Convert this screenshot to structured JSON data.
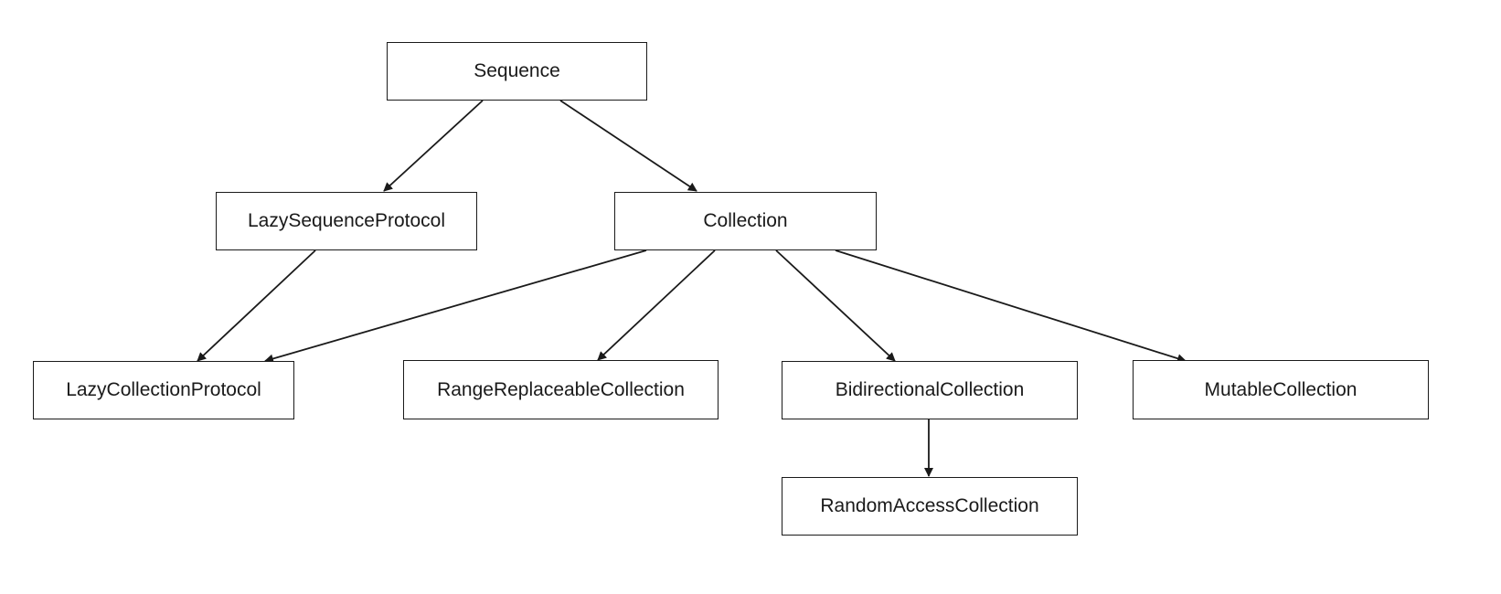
{
  "diagram": {
    "nodes": [
      {
        "id": "sequence",
        "label": "Sequence"
      },
      {
        "id": "lazy-sequence-protocol",
        "label": "LazySequenceProtocol"
      },
      {
        "id": "collection",
        "label": "Collection"
      },
      {
        "id": "lazy-collection-protocol",
        "label": "LazyCollectionProtocol"
      },
      {
        "id": "range-replaceable-collection",
        "label": "RangeReplaceableCollection"
      },
      {
        "id": "bidirectional-collection",
        "label": "BidirectionalCollection"
      },
      {
        "id": "mutable-collection",
        "label": "MutableCollection"
      },
      {
        "id": "random-access-collection",
        "label": "RandomAccessCollection"
      }
    ],
    "edges": [
      {
        "from": "sequence",
        "to": "lazy-sequence-protocol"
      },
      {
        "from": "sequence",
        "to": "collection"
      },
      {
        "from": "lazy-sequence-protocol",
        "to": "lazy-collection-protocol"
      },
      {
        "from": "collection",
        "to": "lazy-collection-protocol"
      },
      {
        "from": "collection",
        "to": "range-replaceable-collection"
      },
      {
        "from": "collection",
        "to": "bidirectional-collection"
      },
      {
        "from": "collection",
        "to": "mutable-collection"
      },
      {
        "from": "bidirectional-collection",
        "to": "random-access-collection"
      }
    ]
  }
}
